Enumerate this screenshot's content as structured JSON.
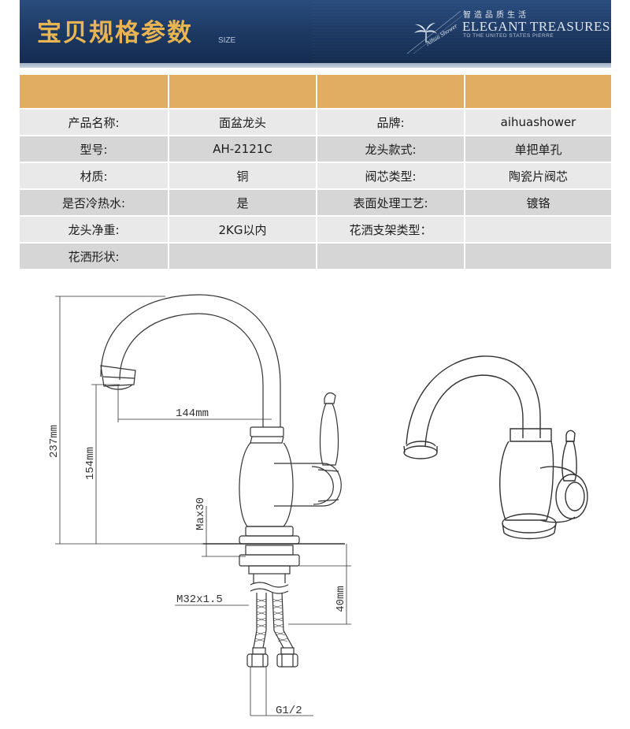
{
  "header": {
    "title": "宝贝规格参数",
    "size_tag": "SIZE",
    "brand_cn": "智造品质生活",
    "brand_en": "ELEGANT TREASURES",
    "brand_sub": "TO THE UNITED STATES PIERRE"
  },
  "table": {
    "rows": [
      [
        "产品名称:",
        "面盆龙头",
        "品牌:",
        "aihuashower"
      ],
      [
        "型号:",
        "AH-2121C",
        "龙头款式:",
        "单把单孔"
      ],
      [
        "材质:",
        "铜",
        "阀芯类型:",
        "陶瓷片阀芯"
      ],
      [
        "是否冷热水:",
        "是",
        "表面处理工艺:",
        "镀铬"
      ],
      [
        "龙头净重:",
        "2KG以内",
        "花洒支架类型：",
        ""
      ],
      [
        "花洒形状:",
        "",
        "",
        ""
      ]
    ]
  },
  "drawing": {
    "height_total": "237mm",
    "reach": "144mm",
    "spout_height": "154mm",
    "max_deck": "Max30",
    "thread": "M32x1.5",
    "shank_len": "40mm",
    "hose_fitting": "G1/2"
  }
}
